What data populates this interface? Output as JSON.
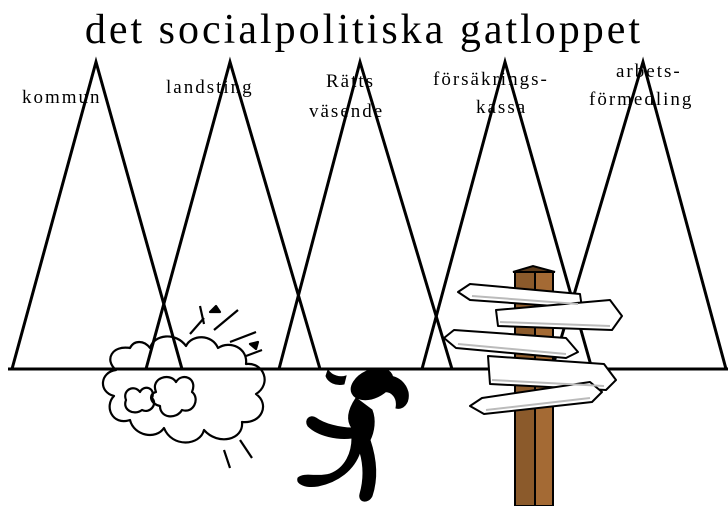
{
  "title": "det socialpolitiska gatloppet",
  "labels": {
    "kommun": "kommun",
    "landsting": "landsting",
    "ratts_line1": "Rätts",
    "ratts_line2": "väsende",
    "forsakring_line1": "försäkrings-",
    "forsakring_line2": "kassa",
    "arbets_line1": "arbets-",
    "arbets_line2": "förmedling"
  },
  "colors": {
    "line": "#000000",
    "post": "#8b5a2b",
    "post_dark": "#5c3a1a",
    "sign": "#ffffff"
  },
  "icons": [
    "dust-cloud-icon",
    "running-person-icon",
    "signpost-icon"
  ]
}
